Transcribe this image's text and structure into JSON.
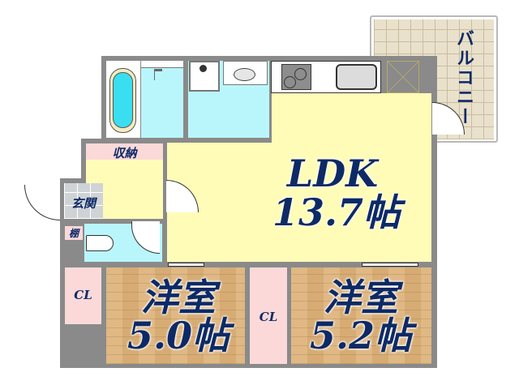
{
  "floorplan": {
    "rooms": {
      "ldk": {
        "name": "LDK",
        "size": "13.7帖"
      },
      "western_room_1": {
        "name": "洋室",
        "size": "5.0帖"
      },
      "western_room_2": {
        "name": "洋室",
        "size": "5.2帖"
      },
      "closet_1": {
        "label": "CL"
      },
      "closet_2": {
        "label": "CL"
      },
      "storage": {
        "label": "収納"
      },
      "entrance": {
        "label": "玄関"
      },
      "shelf": {
        "label": "棚"
      },
      "balcony": {
        "label": "バルコニー"
      }
    },
    "fixtures": [
      "bathtub-icon",
      "shower-faucet-icon",
      "washing-machine-pan-icon",
      "washbasin-icon",
      "stove-icon",
      "kitchen-sink-icon",
      "toilet-icon",
      "refrigerator-space-icon"
    ],
    "colors": {
      "wall": "#8a8a8a",
      "ldk_floor": "#fffcb8",
      "wet_area": "#b9f6fb",
      "closet": "#fbd9d9",
      "wood_floor": "#dcb27a",
      "balcony": "#e9e1cb",
      "label_text": "#0d2a66"
    }
  }
}
